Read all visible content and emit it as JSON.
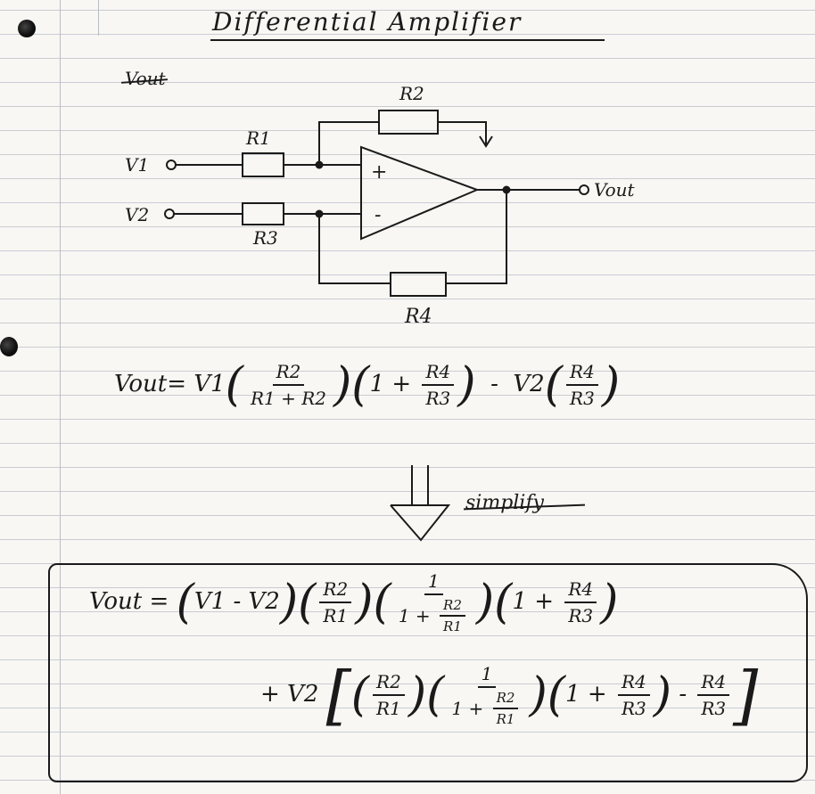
{
  "title": "Differential Amplifier",
  "struck_note": "Vout",
  "circuit": {
    "resistors": [
      "R1",
      "R2",
      "R3",
      "R4"
    ],
    "input1": "V1",
    "input2": "V2",
    "output": "Vout",
    "plus": "+",
    "minus": "-"
  },
  "equation1": {
    "lhs": "Vout",
    "eq": "=",
    "v1": "V1",
    "frac1_num": "R2",
    "frac1_den": "R1 + R2",
    "one": "1",
    "plus": "+",
    "frac2_num": "R4",
    "frac2_den": "R3",
    "minus": "-",
    "v2": "V2",
    "frac3_num": "R4",
    "frac3_den": "R3"
  },
  "simplify_note": "simplify",
  "equation2": {
    "lhs": "Vout",
    "eq": "=",
    "diff": "V1 - V2",
    "r2": "R2",
    "r1": "R1",
    "one": "1",
    "plus": "+",
    "r4": "R4",
    "r3": "R3",
    "plus_v2": "+ V2",
    "minus": "-"
  }
}
